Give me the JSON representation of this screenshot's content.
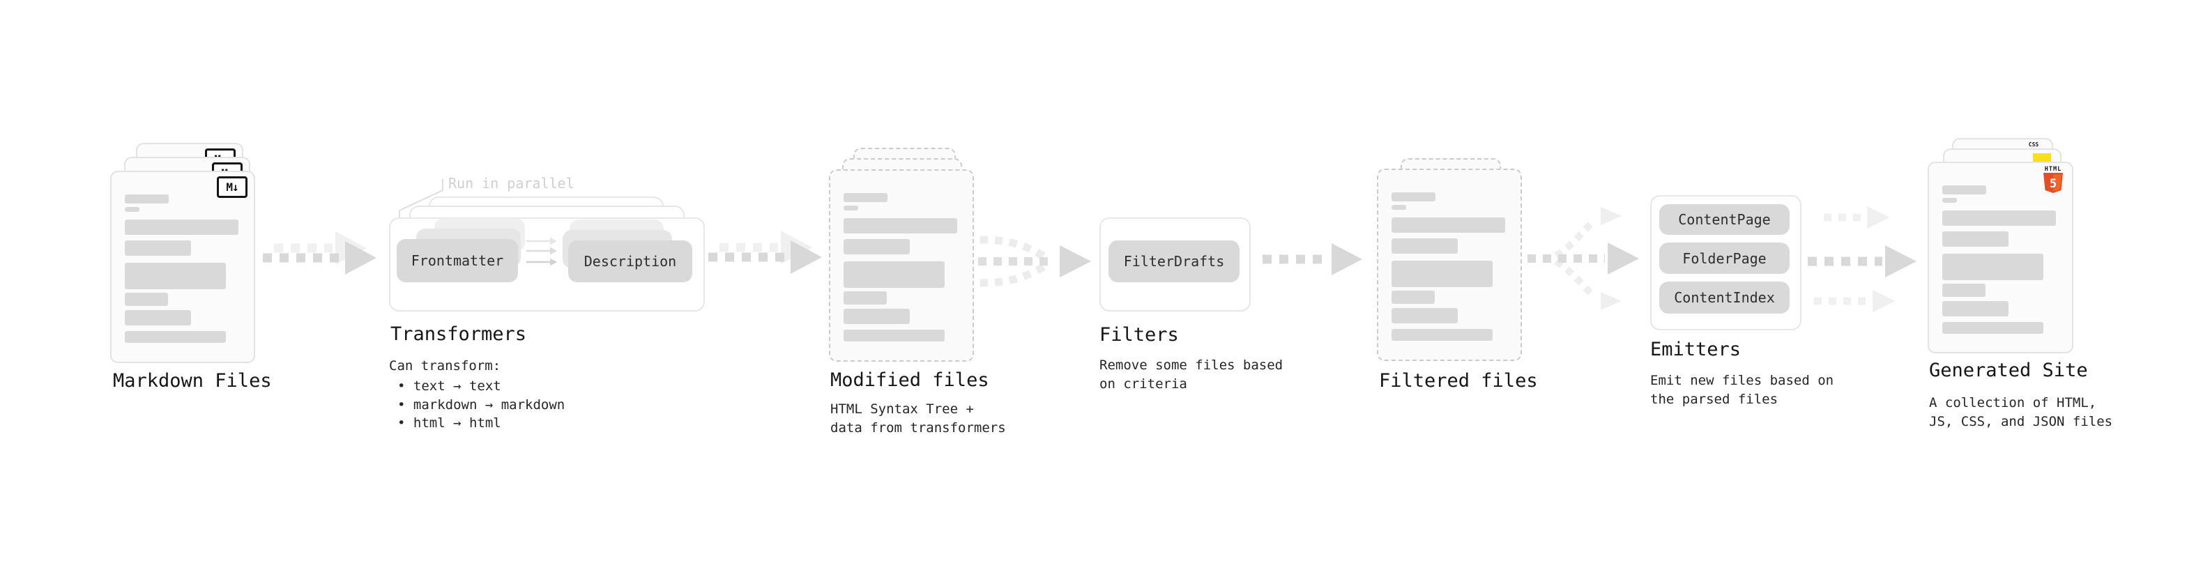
{
  "stages": {
    "markdown_files": {
      "title": "Markdown Files",
      "badge": "M↓"
    },
    "transformers": {
      "title": "Transformers",
      "annotation": "Run in parallel",
      "pill_frontmatter": "Frontmatter",
      "pill_description": "Description",
      "heading": "Can transform:",
      "bullets": [
        "• text → text",
        "• markdown → markdown",
        "• html → html"
      ]
    },
    "modified_files": {
      "title": "Modified files",
      "subtitle_line1": "HTML Syntax Tree +",
      "subtitle_line2": "data from transformers"
    },
    "filters": {
      "title": "Filters",
      "pill_filterdrafts": "FilterDrafts",
      "subtitle_line1": "Remove some files based",
      "subtitle_line2": "on criteria"
    },
    "filtered_files": {
      "title": "Filtered files"
    },
    "emitters": {
      "title": "Emitters",
      "pill_contentpage": "ContentPage",
      "pill_folderpage": "FolderPage",
      "pill_contentindex": "ContentIndex",
      "subtitle_line1": "Emit new files based on",
      "subtitle_line2": "the parsed files"
    },
    "generated_site": {
      "title": "Generated Site",
      "subtitle_line1": "A collection of HTML,",
      "subtitle_line2": "JS, CSS, and JSON files",
      "badge_html_text": "HTML",
      "badge_html_number": "5",
      "badge_css_text": "CSS"
    }
  },
  "colors": {
    "html5_orange": "#e44d26",
    "html5_orange_light": "#f16529",
    "js_yellow": "#f7df1e",
    "css_blue": "#2d6cf0",
    "pill_gray": "#d9d9d9",
    "arrow_dark": "#d8d8d8",
    "arrow_light": "#f0f0f0"
  }
}
